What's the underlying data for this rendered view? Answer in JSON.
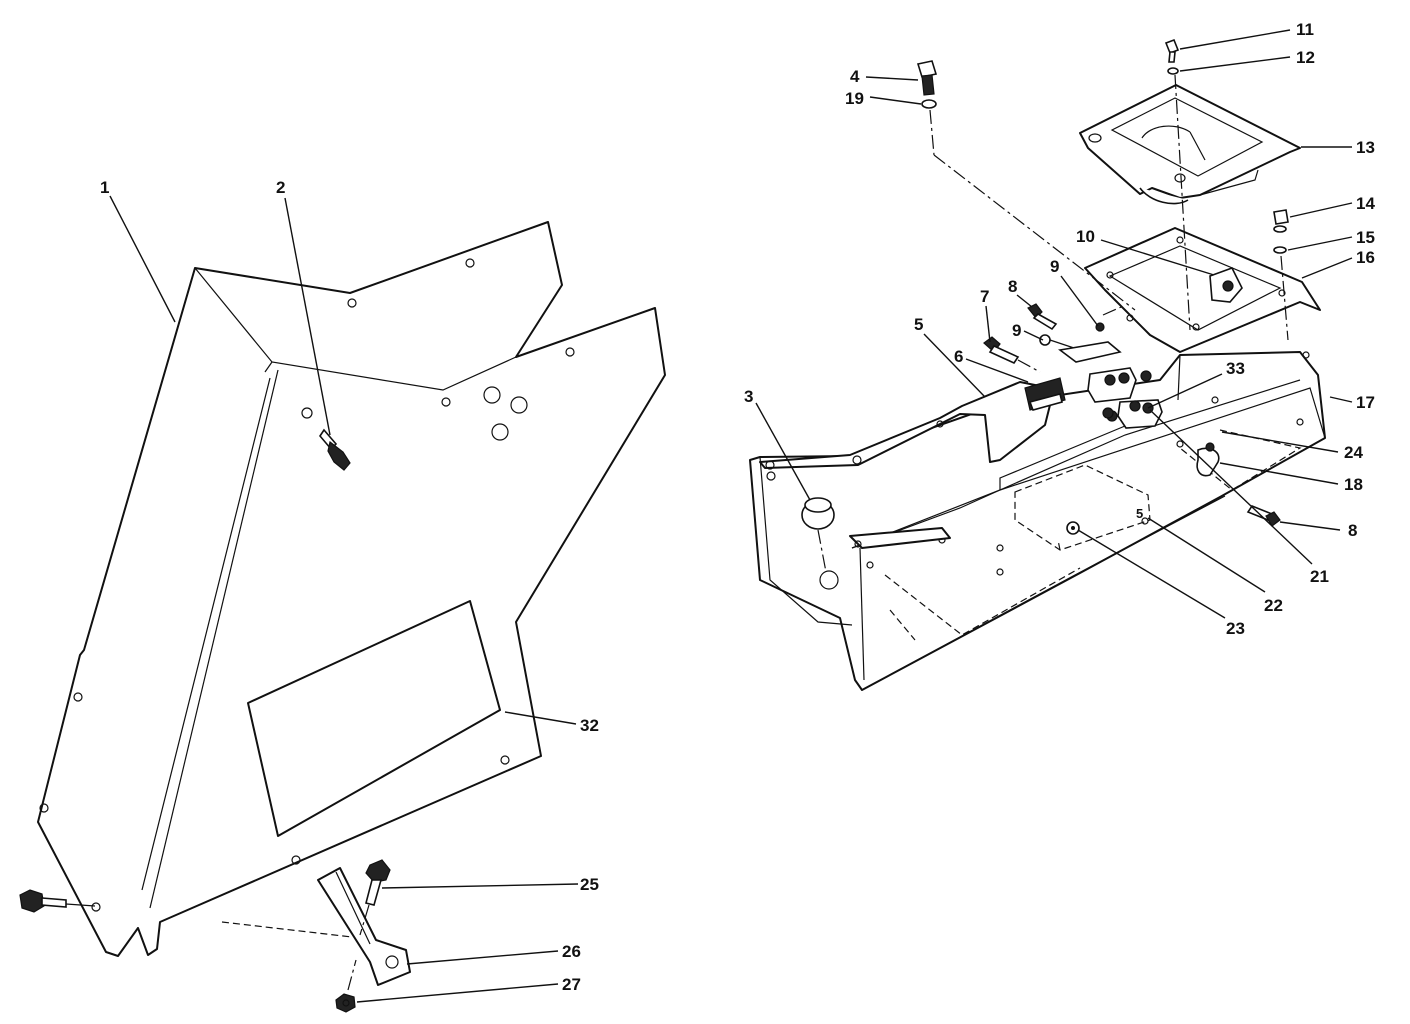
{
  "callouts": {
    "c1": "1",
    "c2": "2",
    "c3": "3",
    "c4": "4",
    "c5": "5",
    "c5b": "5",
    "c6": "6",
    "c7": "7",
    "c8a": "8",
    "c8b": "8",
    "c9a": "9",
    "c9b": "9",
    "c10": "10",
    "c11": "11",
    "c12": "12",
    "c13": "13",
    "c14": "14",
    "c15": "15",
    "c16": "16",
    "c17": "17",
    "c18": "18",
    "c19": "19",
    "c21": "21",
    "c22": "22",
    "c23": "23",
    "c24": "24",
    "c25": "25",
    "c26": "26",
    "c27": "27",
    "c32": "32",
    "c33": "33"
  }
}
